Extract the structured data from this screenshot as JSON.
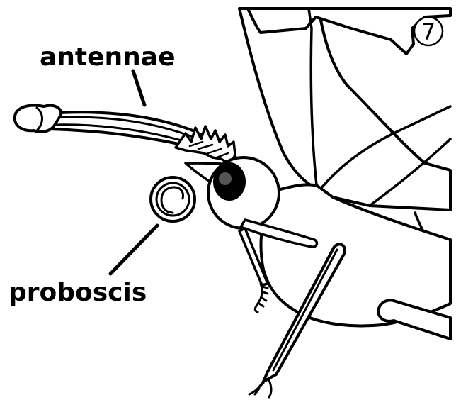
{
  "figure": {
    "step_number": "7",
    "labels": {
      "antennae": "antennae",
      "proboscis": "proboscis"
    },
    "colors": {
      "ink": "#000000",
      "paper": "#ffffff"
    }
  }
}
